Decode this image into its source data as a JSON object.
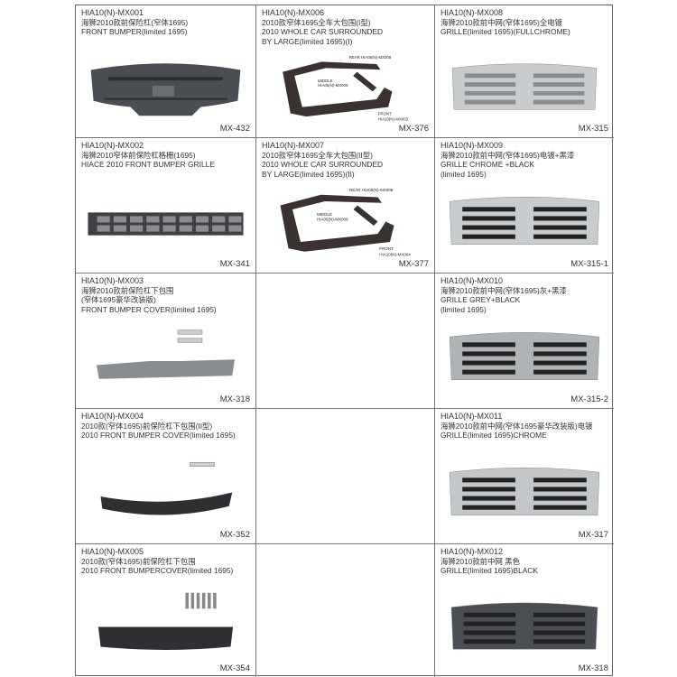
{
  "products": [
    {
      "code": "HIA10(N)-MX001",
      "cn": "海狮2010款前保险杠(窄体1695)",
      "en": [
        "FRONT BUMPER(limited 1695)"
      ],
      "mx": "MX-432",
      "type": "bumper"
    },
    {
      "code": "HIA10(N)-MX006",
      "cn": "2010款窄体1695全车大包围(I型)",
      "en": [
        "2010  WHOLE CAR SURROUNDED",
        "BY LARGE(limited 1695)(I)"
      ],
      "mx": "MX-376",
      "type": "kit",
      "labels": {
        "rear": "REAR HIA05(N)-MX008",
        "middle": "MIDDLE",
        "middle_code": "HIA05(N)-MX009",
        "front": "FRONT",
        "front_code": "HIA10(N)-MX003"
      }
    },
    {
      "code": "HIA10(N)-MX008",
      "cn": "海狮2010款前中网(窄体1695)全电镀",
      "en": [
        "GRILLE(limited 1695)(FULLCHROME)"
      ],
      "mx": "MX-315",
      "type": "grille-chrome"
    },
    {
      "code": "HIA10(N)-MX002",
      "cn": "海狮2010窄体前保险杠格栅(1695)",
      "en": [
        "HIACE 2010 FRONT BUMPER GRILLE"
      ],
      "mx": "MX-341",
      "type": "bumper-grille"
    },
    {
      "code": "HIA10(N)-MX007",
      "cn": "2010款窄体1695全车大包围(II型)",
      "en": [
        "2010  WHOLE CAR SURROUNDED",
        "BY LARGE(limited 1695)(II)"
      ],
      "mx": "MX-377",
      "type": "kit",
      "labels": {
        "rear": "REAR HIA05(N)-MX008",
        "middle": "MIDDLE",
        "middle_code": "HIA05(N)-MX009",
        "front": "FRONT",
        "front_code": "HIA10(N)-MX004"
      }
    },
    {
      "code": "HIA10(N)-MX009",
      "cn": "海狮2010款前中网(窄体1695)电镀+黑漆",
      "en": [
        "GRILLE CHROME +BLACK",
        "(limited 1695)"
      ],
      "mx": "MX-315-1",
      "type": "grille-chrome-black"
    },
    {
      "code": "HIA10(N)-MX003",
      "cn": "海狮2010款前保险杠下包围",
      "en": [
        "(窄体1695豪华改装版)",
        "FRONT BUMPER COVER(limited 1695)"
      ],
      "mx": "MX-318",
      "type": "cover"
    },
    null,
    {
      "code": "HIA10(N)-MX010",
      "cn": "海狮2010款前中网(窄体1695)灰+黑漆",
      "en": [
        "GRILLE GREY+BLACK",
        "(limited 1695)"
      ],
      "mx": "MX-315-2",
      "type": "grille-grey"
    },
    {
      "code": "HIA10(N)-MX004",
      "cn": "2010款(窄体1695)前保险杠下包围(II型)",
      "en": [
        "2010 FRONT BUMPER COVER(limited 1695)"
      ],
      "mx": "MX-352",
      "type": "lip"
    },
    null,
    {
      "code": "HIA10(N)-MX011",
      "cn": "海狮2010款前中网(窄体1695豪华改装版)电镀",
      "en": [
        "GRILLE(limited 1695)CHROME"
      ],
      "mx": "MX-317",
      "type": "grille-lux"
    },
    {
      "code": "HIA10(N)-MX005",
      "cn": "2010款(窄体1695)前保险杠下包围",
      "en": [
        "2010   FRONT BUMPERCOVER(limited 1695)"
      ],
      "mx": "MX-354",
      "type": "lip2"
    },
    null,
    {
      "code": "HIA10(N)-MX012",
      "cn": "海狮2010款前中网 黑色",
      "en": [
        "GRILLE(limited 1695)BLACK"
      ],
      "mx": "MX-318",
      "type": "grille-black"
    }
  ]
}
